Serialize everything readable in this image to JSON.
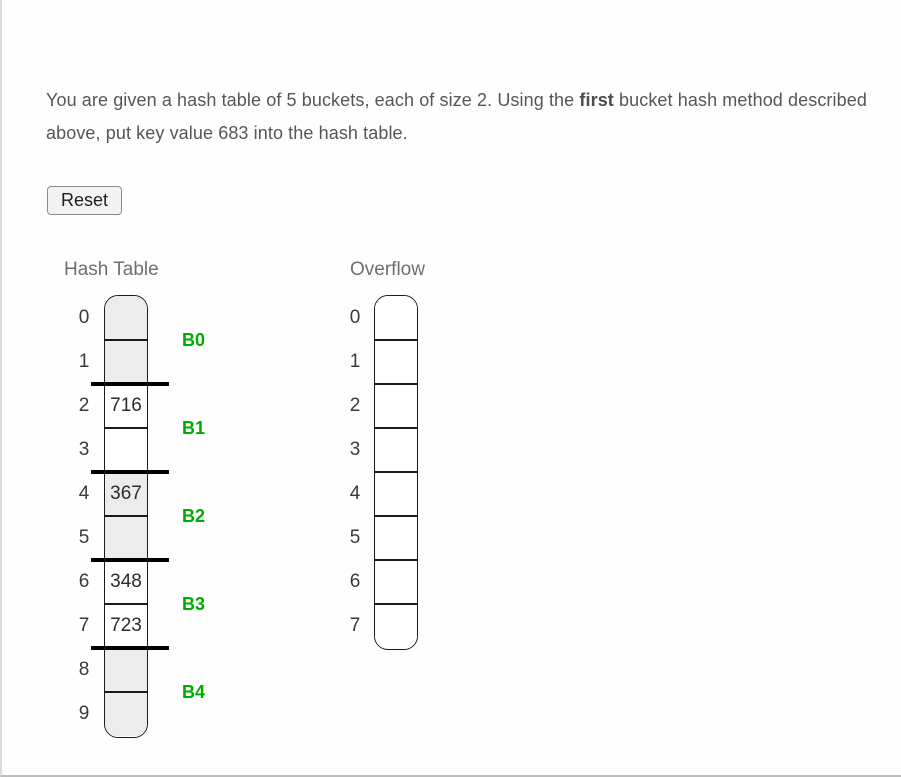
{
  "prompt": {
    "before_bold": "You are given a hash table of 5 buckets, each of size 2. Using the ",
    "bold": "first",
    "after_bold": " bucket hash method described above, put key value 683 into the hash table."
  },
  "reset_label": "Reset",
  "hash_table": {
    "title": "Hash Table",
    "num_buckets": 5,
    "bucket_size": 2,
    "cells": [
      {
        "index": "0",
        "value": ""
      },
      {
        "index": "1",
        "value": ""
      },
      {
        "index": "2",
        "value": "716"
      },
      {
        "index": "3",
        "value": ""
      },
      {
        "index": "4",
        "value": "367"
      },
      {
        "index": "5",
        "value": ""
      },
      {
        "index": "6",
        "value": "348"
      },
      {
        "index": "7",
        "value": "723"
      },
      {
        "index": "8",
        "value": ""
      },
      {
        "index": "9",
        "value": ""
      }
    ],
    "bucket_labels": [
      "B0",
      "B1",
      "B2",
      "B3",
      "B4"
    ]
  },
  "overflow": {
    "title": "Overflow",
    "cells": [
      {
        "index": "0",
        "value": ""
      },
      {
        "index": "1",
        "value": ""
      },
      {
        "index": "2",
        "value": ""
      },
      {
        "index": "3",
        "value": ""
      },
      {
        "index": "4",
        "value": ""
      },
      {
        "index": "5",
        "value": ""
      },
      {
        "index": "6",
        "value": ""
      },
      {
        "index": "7",
        "value": ""
      }
    ]
  },
  "colors": {
    "bucket_label_green": "#00ab00",
    "even_bucket_fill": "#ececec",
    "odd_bucket_fill": "#ffffff",
    "cell_border": "#1b1b1b",
    "bucket_divider": "#000000"
  }
}
